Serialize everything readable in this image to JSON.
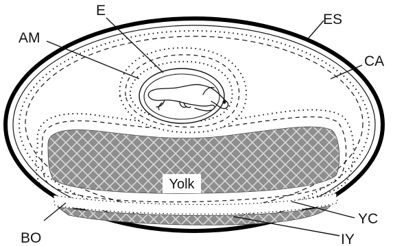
{
  "labels": {
    "e": "E",
    "es": "ES",
    "am": "AM",
    "ca": "CA",
    "yolk": "Yolk",
    "yc": "YC",
    "bo": "BO",
    "iy": "IY"
  },
  "colors": {
    "shell": "#000000",
    "yolk_fill": "#8e8e8e",
    "yolk_hatch": "#d8d8d8",
    "line": "#111111",
    "background": "#ffffff"
  }
}
